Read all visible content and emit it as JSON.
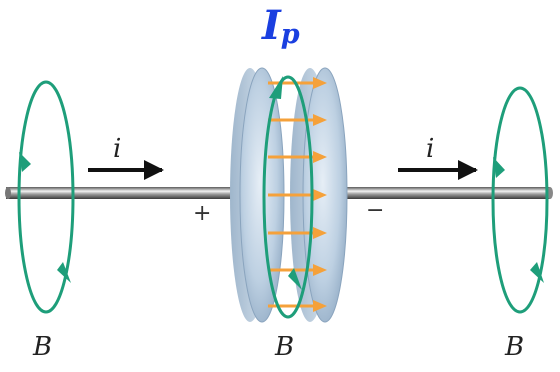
{
  "labels": {
    "displacement_current_symbol": "I",
    "displacement_current_subscript": "p",
    "current_left": "i",
    "current_right": "i",
    "plus": "+",
    "minus": "−",
    "field_left": "B",
    "field_center": "B",
    "field_right": "B"
  },
  "colors": {
    "field_loop": "#1e9e7a",
    "e_field_arrow": "#f5a13a",
    "current_arrow": "#111111",
    "label_blue": "#1a3fe0",
    "plate": "#b9cde0"
  },
  "icons": {
    "field_loop": "circular-magnetic-field-loop",
    "plates": "capacitor-plates"
  }
}
